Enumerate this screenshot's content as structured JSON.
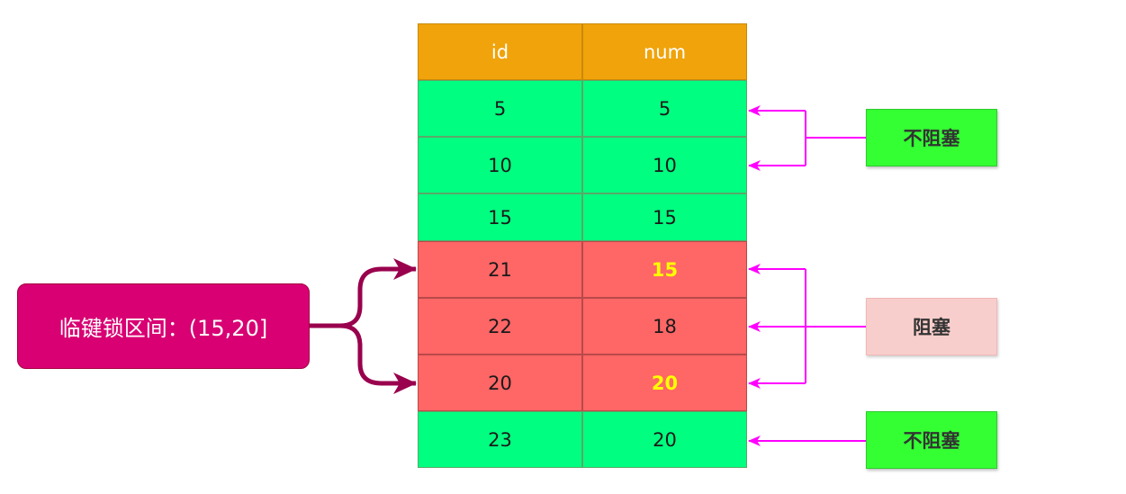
{
  "table": {
    "headers": [
      "id",
      "num"
    ],
    "rows": [
      {
        "id": "5",
        "num": "5",
        "state": "green",
        "highlight": false
      },
      {
        "id": "10",
        "num": "10",
        "state": "green",
        "highlight": false
      },
      {
        "id": "15",
        "num": "15",
        "state": "green",
        "highlight": false
      },
      {
        "id": "21",
        "num": "15",
        "state": "red",
        "highlight": true
      },
      {
        "id": "22",
        "num": "18",
        "state": "red",
        "highlight": false
      },
      {
        "id": "20",
        "num": "20",
        "state": "red",
        "highlight": true
      },
      {
        "id": "23",
        "num": "20",
        "state": "green",
        "highlight": false
      }
    ]
  },
  "labels": {
    "not_blocked_top": "不阻塞",
    "blocked": "阻塞",
    "not_blocked_bottom": "不阻塞",
    "gap_lock": "临键锁区间：(15,20]"
  },
  "colors": {
    "header": "#f0a30a",
    "green_row": "#00ff80",
    "red_row": "#ff6666",
    "highlight_text": "#ffff00",
    "arrow": "#ff00ff",
    "bracket": "#99004d",
    "gap_box": "#d80073"
  }
}
